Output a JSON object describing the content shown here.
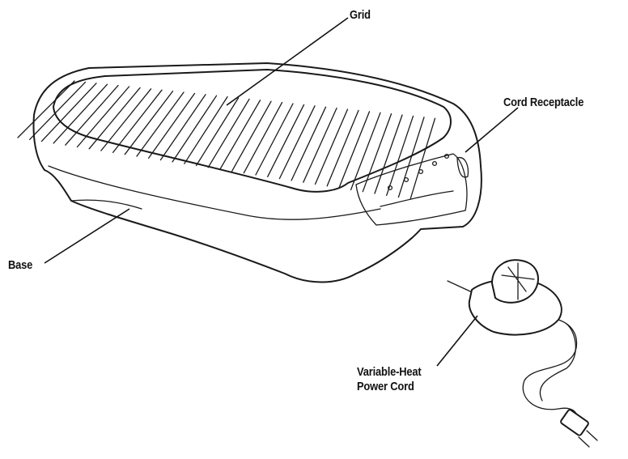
{
  "labels": {
    "grid": "Grid",
    "cord_receptacle": "Cord Receptacle",
    "base": "Base",
    "power_cord_line1": "Variable-Heat",
    "power_cord_line2": "Power Cord"
  }
}
